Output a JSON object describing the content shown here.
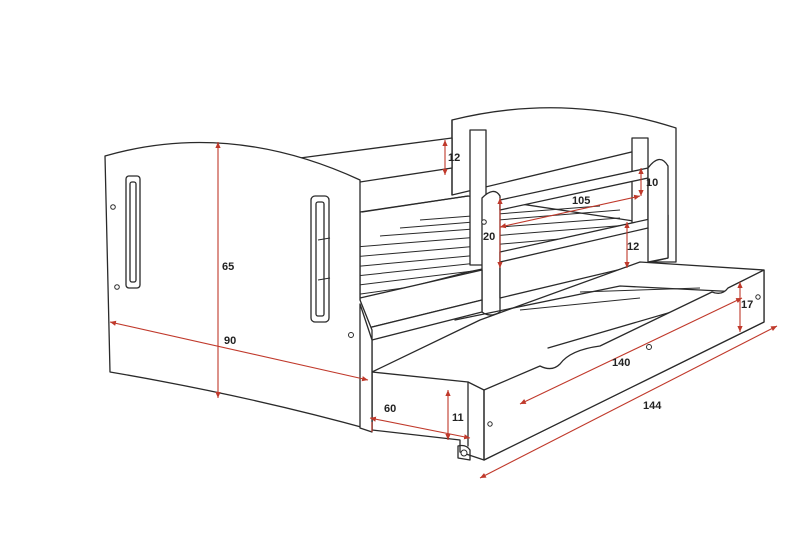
{
  "dimensions": {
    "headboard_height": "65",
    "bed_width": "90",
    "rail_height": "12",
    "rail_gap": "10",
    "rail_length": "105",
    "rail_post_height": "20",
    "rail_lower_gap": "12",
    "drawer_height": "17",
    "drawer_length": "140",
    "bed_length": "144",
    "drawer_depth": "60",
    "floor_clearance": "11"
  },
  "colors": {
    "line": "#2a2a2a",
    "dimension": "#c0392b",
    "text": "#222222"
  }
}
